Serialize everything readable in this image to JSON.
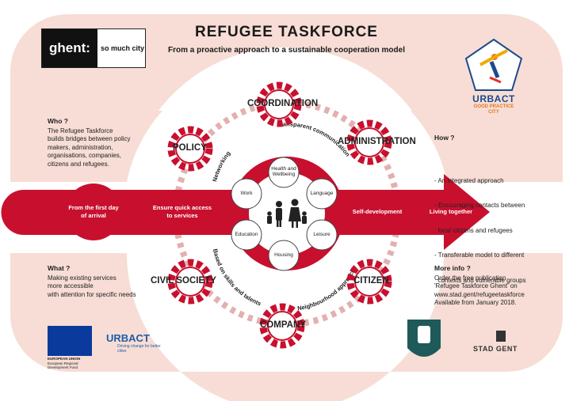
{
  "header": {
    "title": "REFUGEE TASKFORCE",
    "subtitle": "From a proactive approach to a sustainable cooperation model"
  },
  "logo_ghent": {
    "main": "ghent:",
    "tagline": "so much city"
  },
  "logo_urbact": {
    "name": "URBACT",
    "line1": "GOOD PRACTICE",
    "line2": "CITY"
  },
  "who": {
    "heading": "Who ?",
    "lines": [
      "The Refugee Taskforce",
      "builds bridges between policy",
      "makers, administration,",
      "organisations, companies,",
      "citizens and refugees."
    ]
  },
  "how": {
    "heading": "How ?",
    "lines": [
      "- An integrated approach",
      "- Encouraging contacts between",
      "  local citizens and refugees",
      "- Transferable model to different",
      "  contexts and vulnerable groups"
    ]
  },
  "what": {
    "heading": "What ?",
    "lines": [
      "Making existing services",
      "more accessible",
      "with attention for specific needs"
    ]
  },
  "more_info": {
    "heading": "More info ?",
    "lines": [
      "Order the free publication",
      "'Refugee Taskforce Ghent' on",
      "www.stad.gent/refugeetaskforce",
      "Available from January 2018."
    ]
  },
  "gears": {
    "coordination": "COORDINATION",
    "policy": "POLICY",
    "administration": "ADMINISTRATION",
    "civil_society": "CIVIL SOCIETY",
    "citizen": "CITIZEN",
    "company": "COMPANY"
  },
  "nodes": {
    "health": "Health and Wellbeing",
    "language": "Language",
    "work": "Work",
    "leisure": "Leisure",
    "education": "Education",
    "housing": "Housing"
  },
  "arrow": {
    "first_day": "From the first day of arrival",
    "quick_access": "Ensure quick access to services",
    "self_development": "Self-development",
    "living_together": "Living together"
  },
  "curves": {
    "networking": "Networking",
    "transparent": "Transparent communication",
    "skills": "Based on skills and talents",
    "neighbourhood": "Neighbourhood approach"
  },
  "footer": {
    "eu": "EUROPEAN UNION",
    "eu_sub": "European Regional Development Fund",
    "urbact_name": "URBACT",
    "urbact_tagline": "Driving change for better cities",
    "stad_gent": "STAD GENT"
  },
  "colors": {
    "red": "#c8102e",
    "pink_band": "#f7ddd5",
    "dashed": "#e0a8a8"
  }
}
